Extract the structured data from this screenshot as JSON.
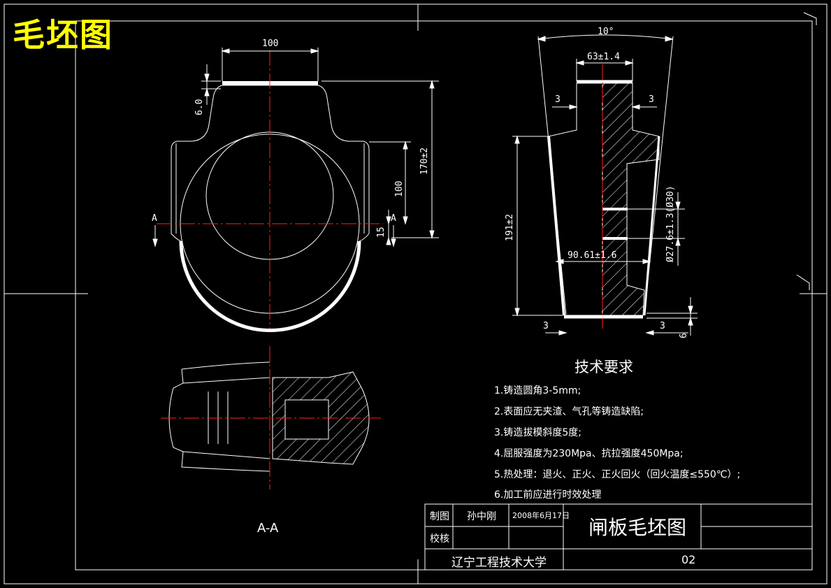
{
  "stamp": "毛坯图",
  "colors": {
    "background": "#000000",
    "line": "#ffffff",
    "center": "#ff0000",
    "stamp": "#ffff00"
  },
  "left_view": {
    "dim_top_width": "100",
    "dim_top_height": "6.0",
    "dim_bore": "100",
    "dim_total_height": "170±2",
    "dim_offset": "15",
    "section_mark": "A"
  },
  "right_view": {
    "dim_angle": "10°",
    "dim_neck": "63±1.4",
    "dim_step_left": "3",
    "dim_step_right": "3",
    "dim_height": "191±2",
    "dim_bore_width": "90.61±1.6",
    "dim_hole": "Ø27.6±1.3(Ø30)",
    "dim_base_left": "3",
    "dim_base_right": "3",
    "dim_base_thick": "6"
  },
  "section_label": "A-A",
  "tech": {
    "title": "技术要求",
    "items": [
      "1.铸造圆角3-5mm;",
      "2.表面应无夹渣、气孔等铸造缺陷;",
      "3.铸造拔模斜度5度;",
      "4.屈服强度为230Mpa、抗拉强度450Mpa;",
      "5.热处理：退火、正火、正火回火（回火温度≤550℃）;",
      "6.加工前应进行时效处理"
    ]
  },
  "title_block": {
    "drawn_label": "制图",
    "drawn_by": "孙中刚",
    "date": "2008年6月17日",
    "check_label": "校核",
    "title": "闸板毛坯图",
    "org": "辽宁工程技术大学",
    "number": "02"
  }
}
